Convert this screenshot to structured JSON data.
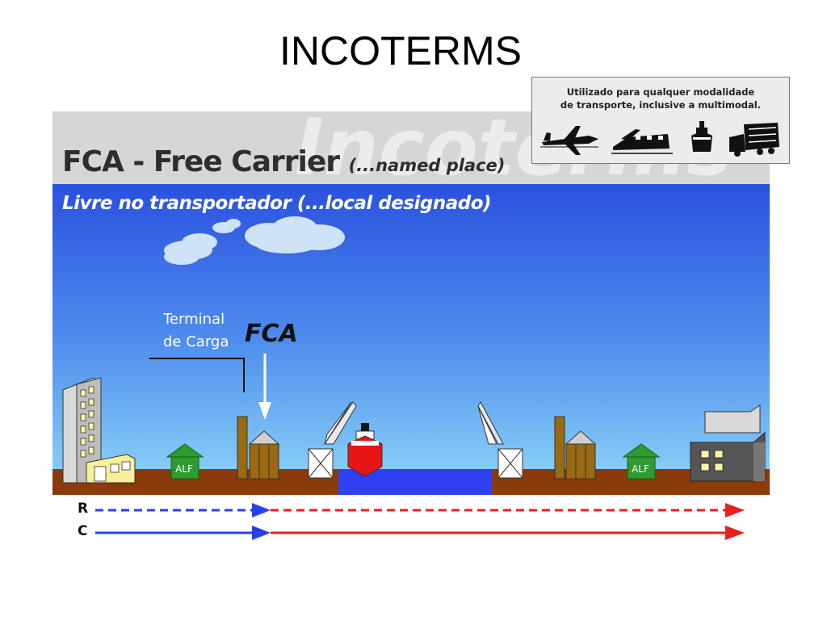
{
  "page": {
    "title": "INCOTERMS"
  },
  "scene": {
    "title_main": "FCA - Free Carrier",
    "title_named": "(...named place)",
    "watermark": "Incoterms",
    "subtitle": "Livre no transportador (...local designado)",
    "terminal_line1": "Terminal",
    "terminal_line2": "de Carga",
    "fca_marker": "FCA",
    "warehouse_left_label": "ALF",
    "warehouse_right_label": "ALF",
    "risk_label": "R",
    "cost_label": "C"
  },
  "info_box": {
    "line1": "Utilizado para qualquer modalidade",
    "line2": "de transporte, inclusive a multimodal.",
    "icons": [
      "airplane-icon",
      "train-icon",
      "ship-icon",
      "truck-icon"
    ]
  },
  "colors": {
    "sky_top": "#2a56e0",
    "sky_bottom": "#7ec8f4",
    "ground": "#8b3a0c",
    "water": "#2f3ff2",
    "seller_line": "#2b3fe6",
    "buyer_line": "#e8201f",
    "title_band": "#d7d7d7"
  }
}
